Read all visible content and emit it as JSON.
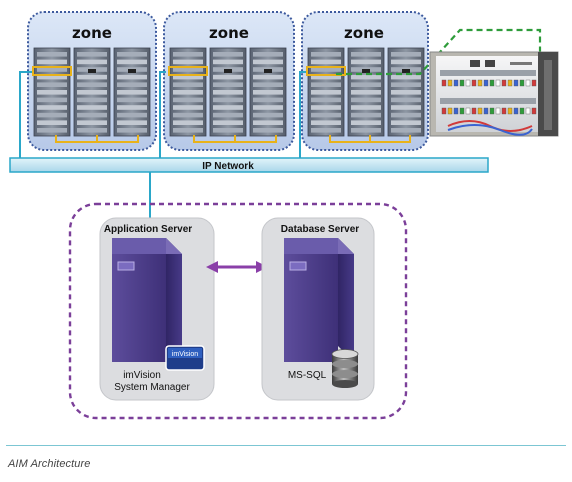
{
  "zones": [
    {
      "label": "zone"
    },
    {
      "label": "zone"
    },
    {
      "label": "zone"
    }
  ],
  "network": {
    "label": "IP Network"
  },
  "app_server": {
    "title": "Application Server",
    "line1": "imVision",
    "line2": "System Manager",
    "badge": "imVision"
  },
  "db_server": {
    "title": "Database Server",
    "label": "MS-SQL"
  },
  "caption": "AIM Architecture",
  "colors": {
    "zone_fill": "#c9d8f0",
    "zone_border": "#3d5a9e",
    "network_fill": "#c7e6f2",
    "connector": "#2aa7c9",
    "patch_highlight": "#e8b21a",
    "dashed_green": "#2e9c3a",
    "cluster_border": "#7b3f99",
    "server_body": "#4f3f8f",
    "arrow": "#8a3fa8"
  }
}
